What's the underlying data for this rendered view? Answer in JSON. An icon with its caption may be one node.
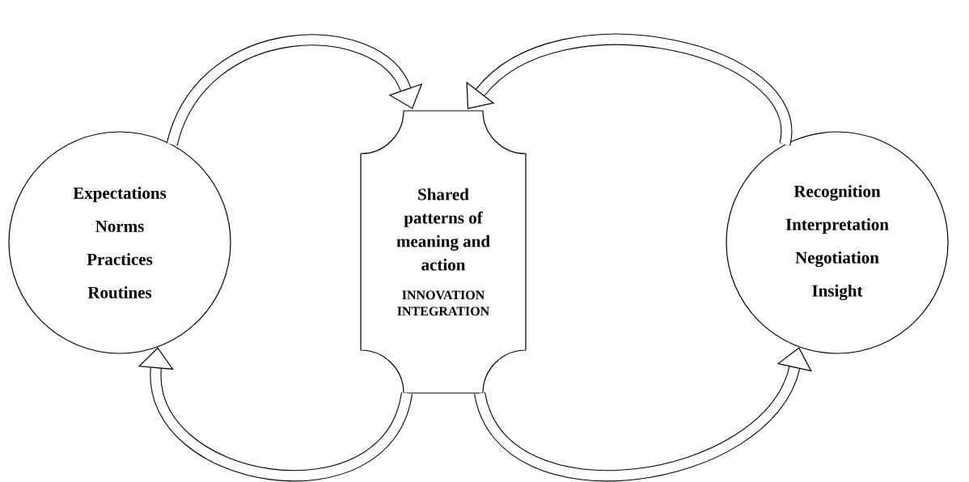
{
  "diagram": {
    "nodes": [
      {
        "text": [
          "Expectations",
          "Norms",
          "Practices",
          "Routines"
        ]
      },
      {
        "text": [
          "Shared patterns of meaning and action",
          "INNOVATION INTEGRATION"
        ]
      },
      {
        "text": [
          "Recognition",
          "Interpretation",
          "Negotiation",
          "Insight"
        ]
      }
    ],
    "edges": [
      {
        "from": 0,
        "to": 1,
        "arrow": "to"
      },
      {
        "from": 2,
        "to": 1,
        "arrow": "to"
      },
      {
        "from": 1,
        "to": 0,
        "arrow": "to"
      },
      {
        "from": 1,
        "to": 2,
        "arrow": "to"
      }
    ]
  }
}
